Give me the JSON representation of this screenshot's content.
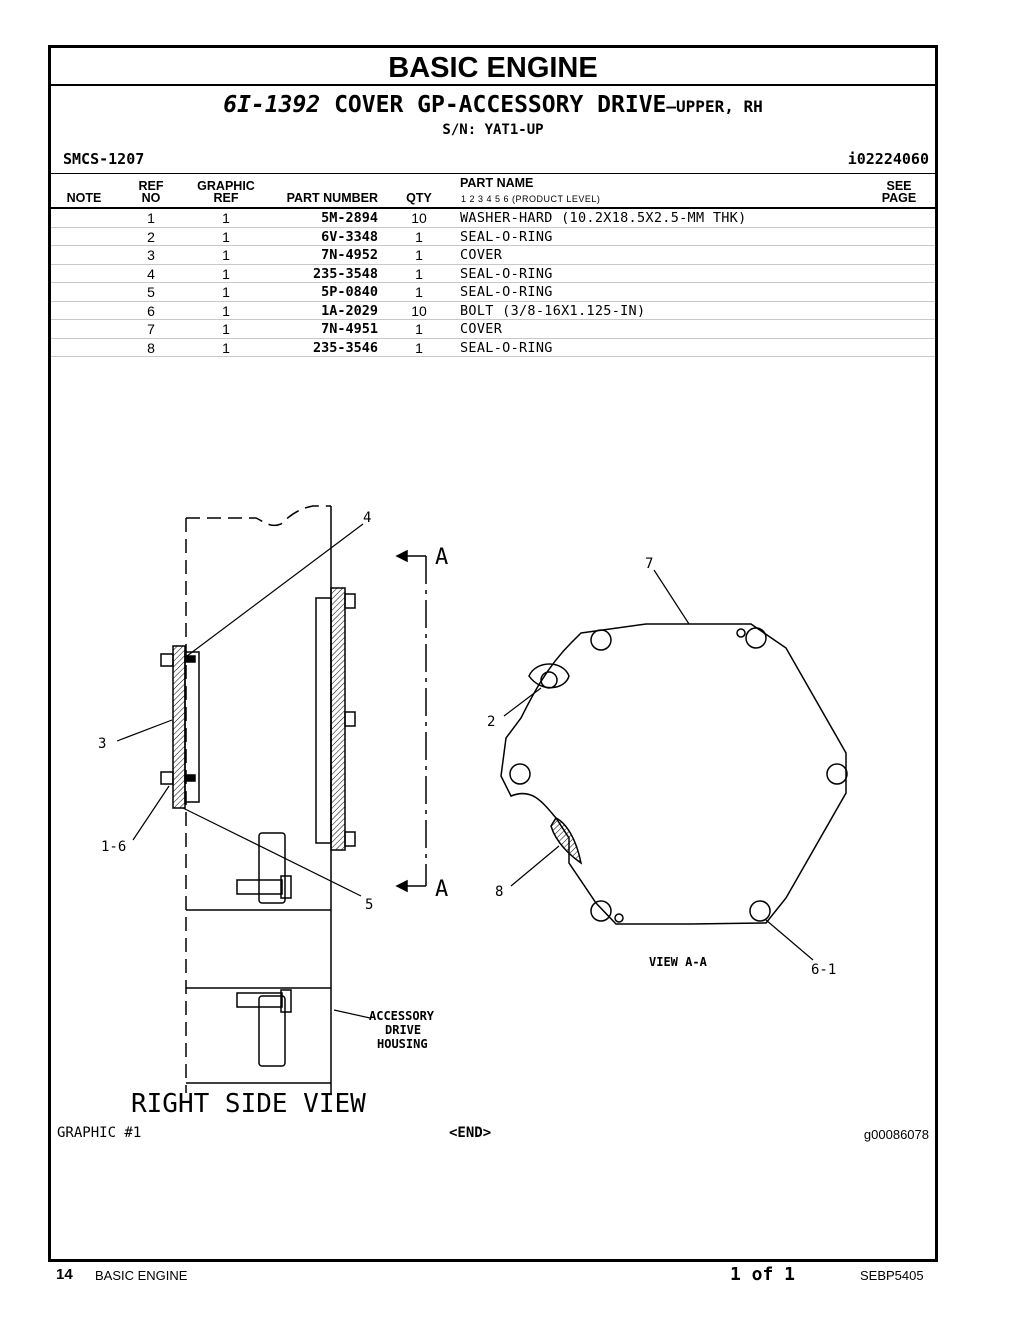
{
  "section_title": "BASIC ENGINE",
  "group": {
    "part_number": "6I-1392",
    "name": "COVER GP-ACCESSORY DRIVE",
    "suffix": "—UPPER, RH",
    "serial": "S/N: YAT1-UP"
  },
  "smcs": "SMCS-1207",
  "illustration_id": "i02224060",
  "columns": {
    "note": "NOTE",
    "ref_no_1": "REF",
    "ref_no_2": "NO",
    "graphic_ref_1": "GRAPHIC",
    "graphic_ref_2": "REF",
    "part_number": "PART NUMBER",
    "qty": "QTY",
    "part_name": "PART NAME",
    "product_levels": "1   2   3   4   5   6   (PRODUCT LEVEL)",
    "see_page_1": "SEE",
    "see_page_2": "PAGE"
  },
  "parts": [
    {
      "ref": "1",
      "graphic_ref": "1",
      "part_number": "5M-2894",
      "qty": "10",
      "name": "WASHER-HARD (10.2X18.5X2.5-MM THK)"
    },
    {
      "ref": "2",
      "graphic_ref": "1",
      "part_number": "6V-3348",
      "qty": "1",
      "name": "SEAL-O-RING"
    },
    {
      "ref": "3",
      "graphic_ref": "1",
      "part_number": "7N-4952",
      "qty": "1",
      "name": "COVER"
    },
    {
      "ref": "4",
      "graphic_ref": "1",
      "part_number": "235-3548",
      "qty": "1",
      "name": "SEAL-O-RING"
    },
    {
      "ref": "5",
      "graphic_ref": "1",
      "part_number": "5P-0840",
      "qty": "1",
      "name": "SEAL-O-RING"
    },
    {
      "ref": "6",
      "graphic_ref": "1",
      "part_number": "1A-2029",
      "qty": "10",
      "name": "BOLT (3/8-16X1.125-IN)"
    },
    {
      "ref": "7",
      "graphic_ref": "1",
      "part_number": "7N-4951",
      "qty": "1",
      "name": "COVER"
    },
    {
      "ref": "8",
      "graphic_ref": "1",
      "part_number": "235-3546",
      "qty": "1",
      "name": "SEAL-O-RING"
    }
  ],
  "drawing": {
    "callout_1_6": "1-6",
    "callout_2": "2",
    "callout_3": "3",
    "callout_4": "4",
    "callout_5": "5",
    "callout_7": "7",
    "callout_8": "8",
    "callout_6_1": "6-1",
    "section_a_top": "A",
    "section_a_bottom": "A",
    "view_a_a": "VIEW A-A",
    "housing_1": "ACCESSORY",
    "housing_2": "DRIVE",
    "housing_3": "HOUSING",
    "right_side_view": "RIGHT SIDE VIEW"
  },
  "graphic_label": "GRAPHIC #1",
  "end_label": "<END>",
  "graphic_id": "g00086078",
  "footer": {
    "page_number": "14",
    "section": "BASIC ENGINE",
    "page_of": "1 of 1",
    "doc_id": "SEBP5405"
  }
}
